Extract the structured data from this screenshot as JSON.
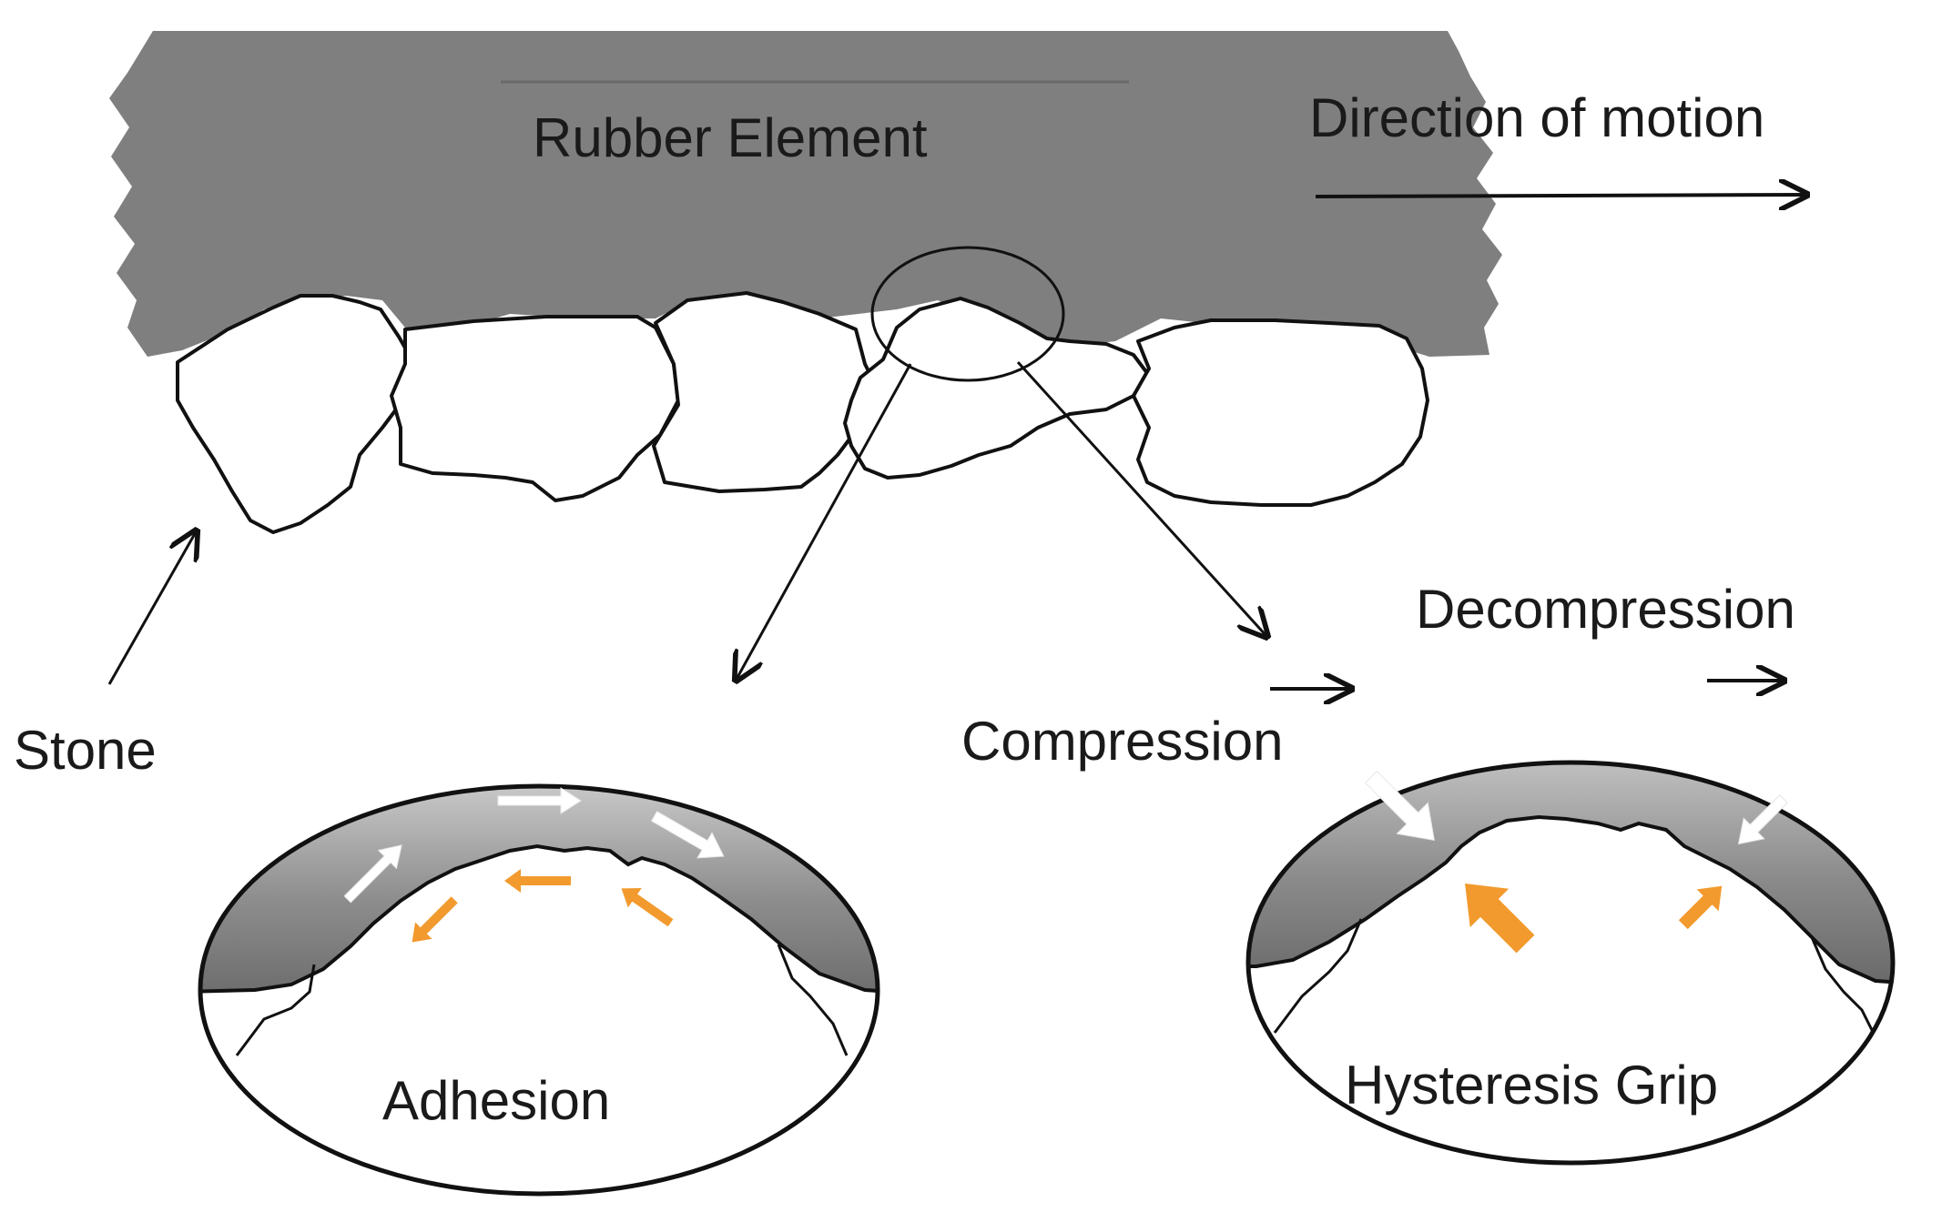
{
  "labels": {
    "rubber_element": "Rubber Element",
    "direction_of_motion": "Direction of motion",
    "stone": "Stone",
    "compression": "Compression",
    "decompression": "Decompression",
    "adhesion": "Adhesion",
    "hysteresis_grip": "Hysteresis Grip"
  },
  "colors": {
    "rubber": "#7f7f7f",
    "outline": "#111111",
    "force_arrow_orange": "#f29a2e",
    "force_arrow_white": "#ffffff",
    "background": "#ffffff"
  }
}
